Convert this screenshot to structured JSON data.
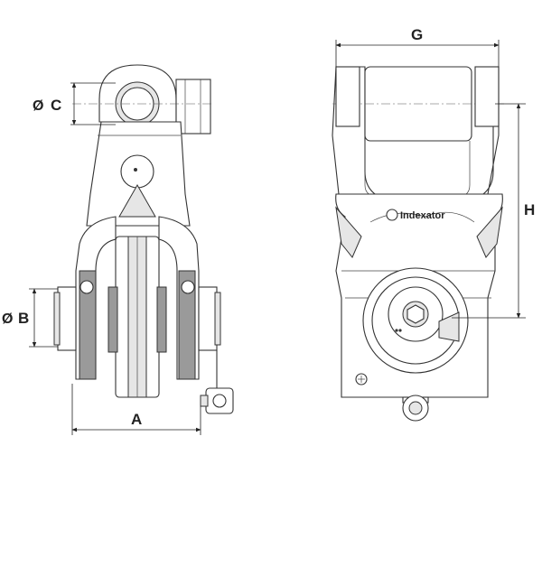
{
  "dimensions": {
    "a": "A",
    "b": "B",
    "c": "C",
    "g": "G",
    "h": "H",
    "diameter_symbol": "Ø"
  },
  "brand": {
    "logo_text": "Indexator"
  }
}
